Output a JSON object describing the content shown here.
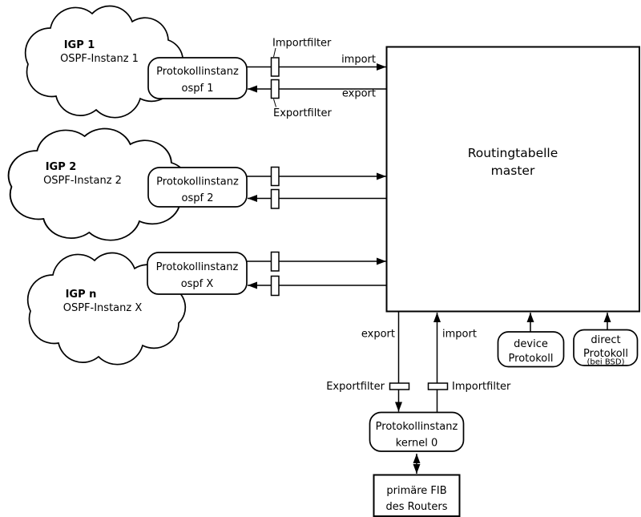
{
  "diagram": {
    "clouds": [
      {
        "title": "IGP 1",
        "subtitle": "OSPF-Instanz 1"
      },
      {
        "title": "IGP 2",
        "subtitle": "OSPF-Instanz 2"
      },
      {
        "title": "IGP n",
        "subtitle": "OSPF-Instanz X"
      }
    ],
    "protocol_boxes": [
      {
        "line1": "Protokollinstanz",
        "line2": "ospf 1"
      },
      {
        "line1": "Protokollinstanz",
        "line2": "ospf 2"
      },
      {
        "line1": "Protokollinstanz",
        "line2": "ospf X"
      }
    ],
    "master_table": {
      "line1": "Routingtabelle",
      "line2": "master"
    },
    "top_labels": {
      "importfilter": "Importfilter",
      "exportfilter": "Exportfilter",
      "import": "import",
      "export": "export"
    },
    "bottom_labels": {
      "export": "export",
      "import": "import",
      "exportfilter": "Exportfilter",
      "importfilter": "Importfilter"
    },
    "kernel_box": {
      "line1": "Protokollinstanz",
      "line2": "kernel 0"
    },
    "fib_box": {
      "line1": "primäre FIB",
      "line2": "des Routers"
    },
    "device_box": {
      "line1": "device",
      "line2": "Protokoll"
    },
    "direct_box": {
      "line1": "direct",
      "line2": "Protokoll",
      "line3": "(bei BSD)"
    },
    "colors": {
      "stroke": "#000000",
      "background": "#ffffff"
    }
  }
}
